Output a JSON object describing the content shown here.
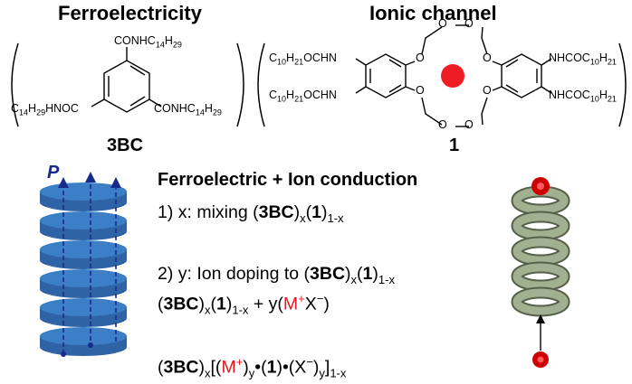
{
  "titles": {
    "left": "Ferroelectricity",
    "right": "Ionic channel"
  },
  "molecule_3bc": {
    "top_group": [
      "CONHC",
      "14",
      "H",
      "29"
    ],
    "left_group": [
      "C",
      "14",
      "H",
      "29",
      "HNOC"
    ],
    "right_group": [
      "CONHC",
      "14",
      "H",
      "29"
    ],
    "name": "3BC"
  },
  "molecule_1": {
    "tl": [
      "C",
      "10",
      "H",
      "21",
      "OCHN"
    ],
    "bl": [
      "C",
      "10",
      "H",
      "21",
      "OCHN"
    ],
    "tr": [
      "NHCOC",
      "10",
      "H",
      "21"
    ],
    "br": [
      "NHCOC",
      "10",
      "H",
      "21"
    ],
    "oxygen": "O",
    "name": "1"
  },
  "polarization_label": "P",
  "lines": {
    "heading": "Ferroelectric + Ion conduction",
    "l1_prefix": "1) x: mixing (",
    "bc": "3BC",
    "one": "1",
    "x": "x",
    "one_minus_x": "1-x",
    "y": "y",
    "l2_prefix": "2) y: Ion doping to (",
    "y_open": "  +  y(",
    "m": "M",
    "plus": "+",
    "minus": "−",
    "xion": "X",
    "dot": "•"
  },
  "colors": {
    "disk_top": "#3d7fc6",
    "disk_side": "#2e63a5",
    "arrow": "#1a2a8c",
    "helix": "#8a9a7c",
    "ion": "#e8141e"
  }
}
